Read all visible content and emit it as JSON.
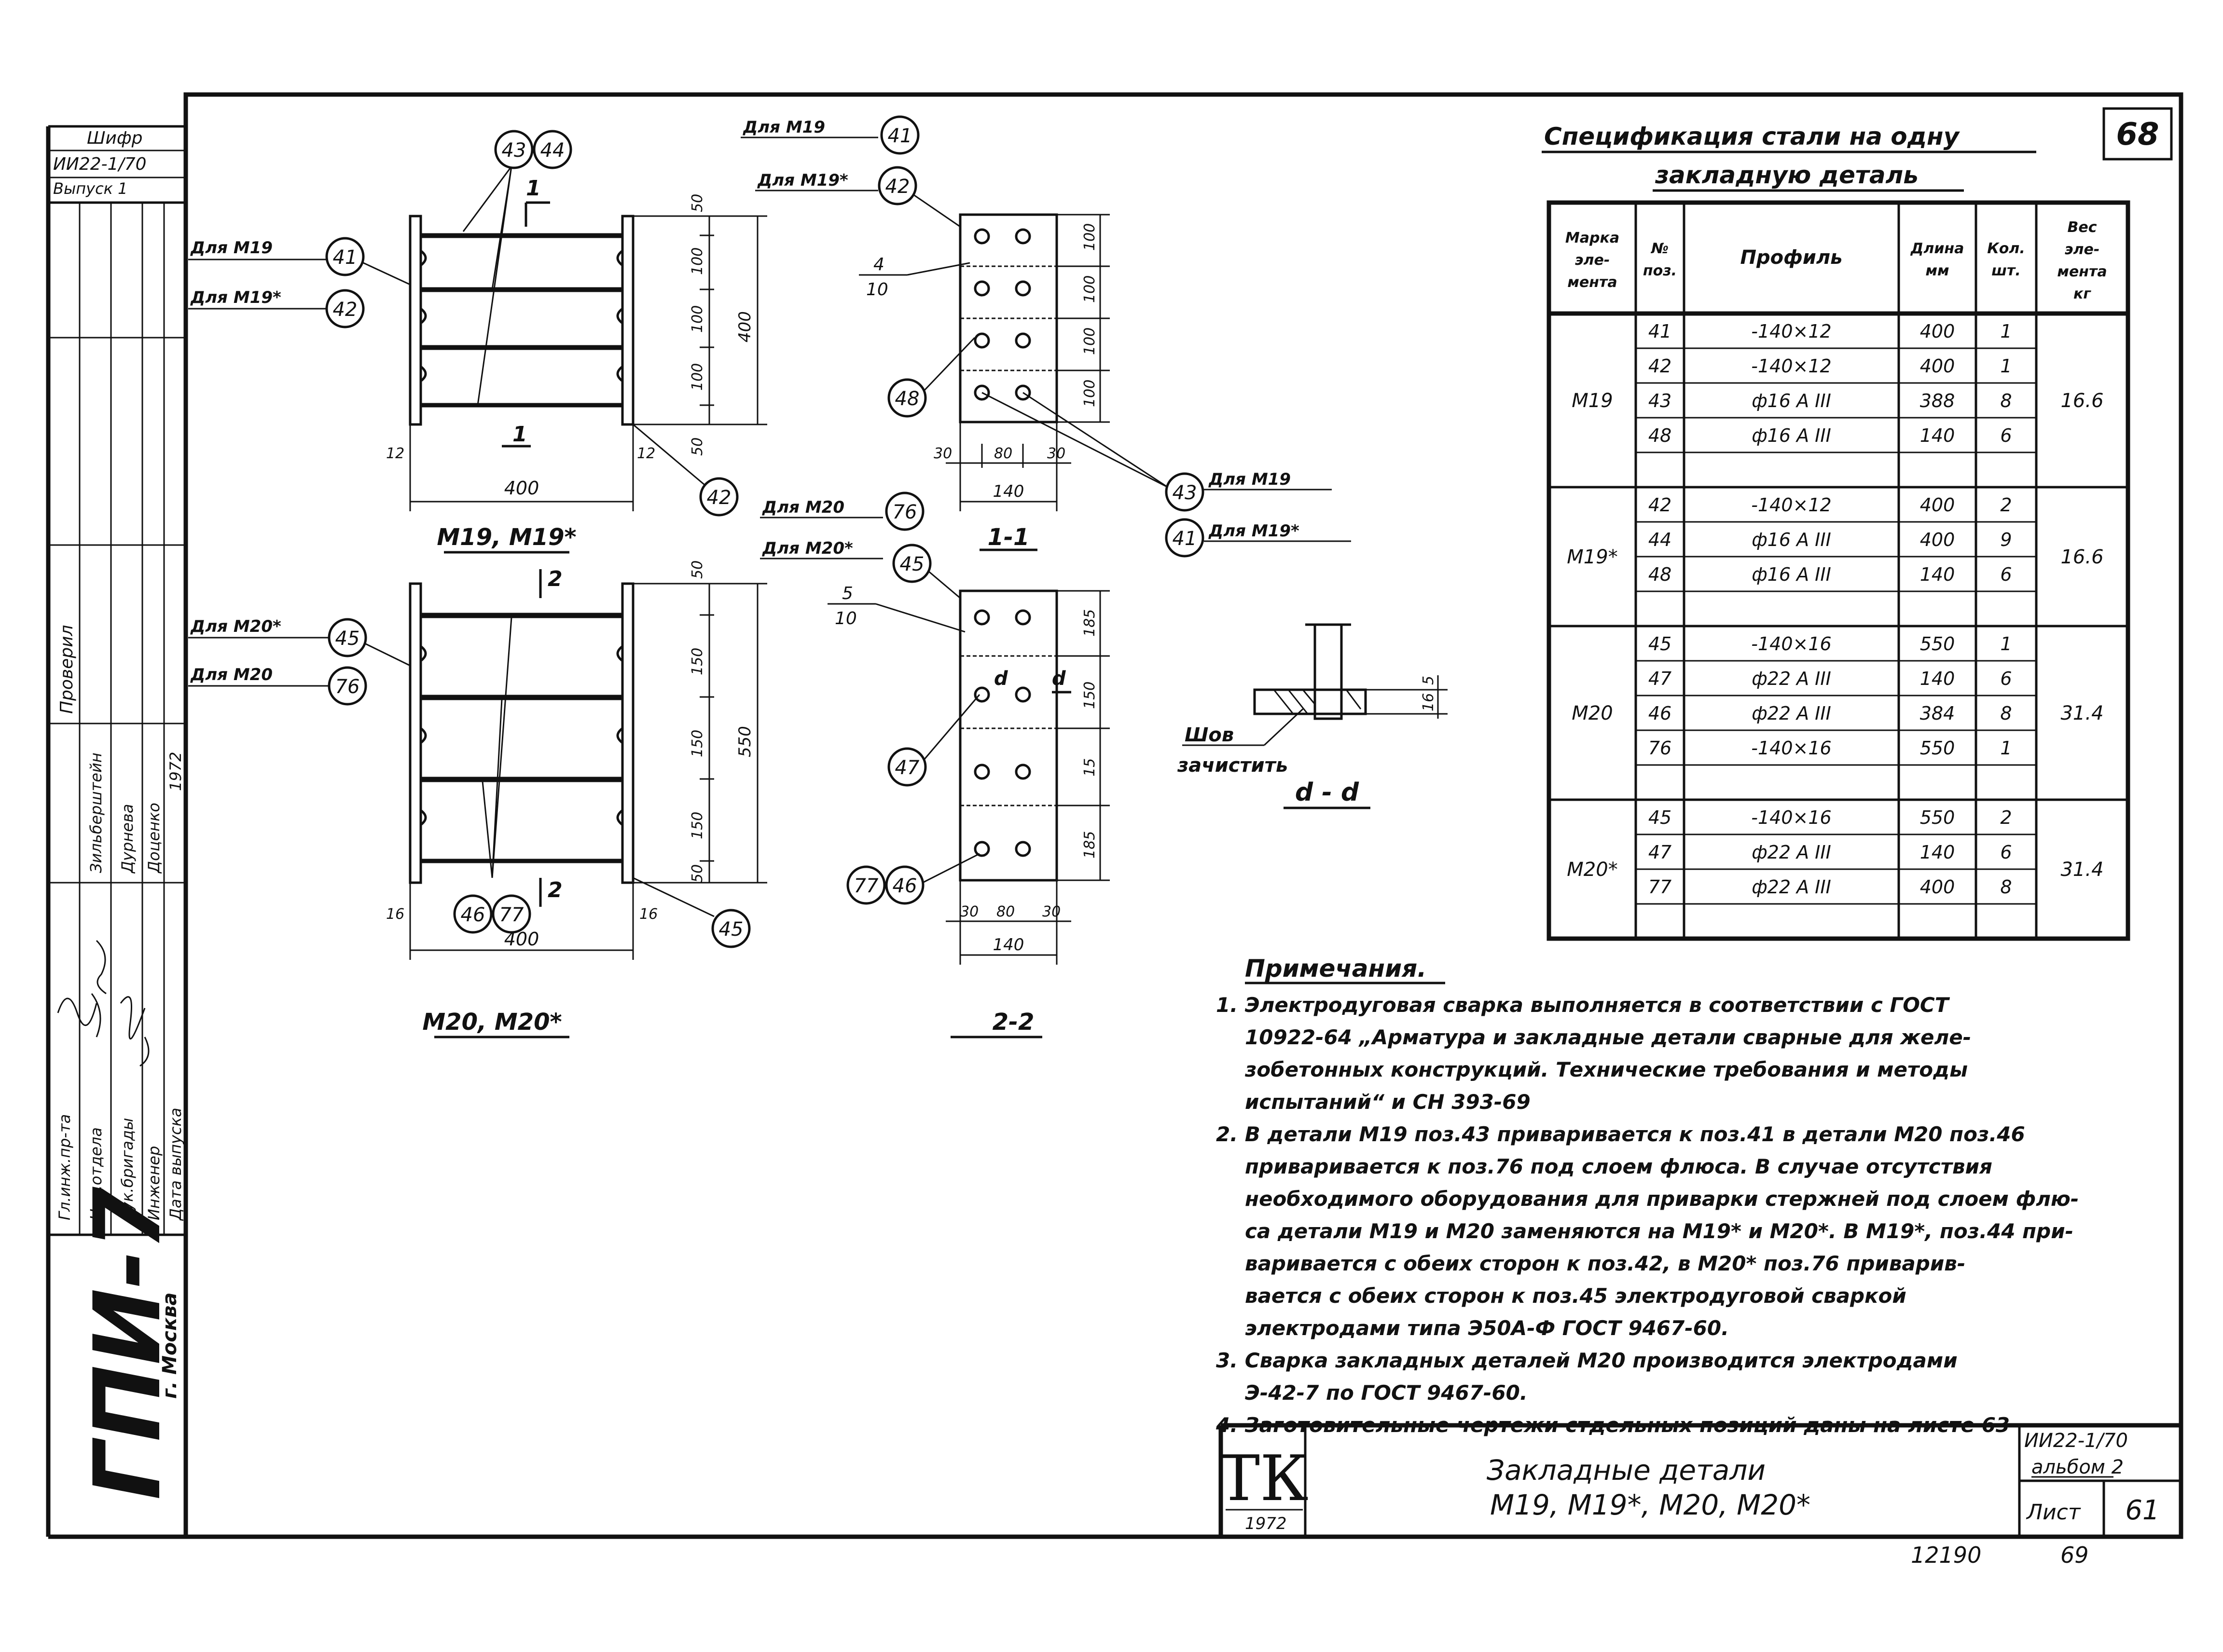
{
  "sheet": {
    "number": "68"
  },
  "side_stamp": {
    "cipher_label": "Шифр",
    "cipher_value": "ИИ22-1/70",
    "issue_label": "Выпуск 1",
    "checked": "Проверил",
    "roles": [
      "Гл.инж.пр-та",
      "Нач.отдела",
      "Рук.бригады",
      "Инженер",
      "Дата выпуска"
    ],
    "names": [
      "Зильберштейн",
      "Дурнева",
      "Доценко"
    ],
    "sign_year": "1972",
    "org": "ГПИ-7",
    "city": "г. Москва"
  },
  "view_m19": {
    "title": "М19, М19*",
    "callouts": {
      "c43": "43",
      "c44": "44",
      "c41": "41",
      "c42a": "42",
      "c42b": "42"
    },
    "for_m": "Для М19",
    "for_m_star": "Для М19*",
    "section_mark": "1",
    "dims": {
      "width": "400",
      "left": "12",
      "right": "12",
      "top": "50",
      "d1": "100",
      "d2": "100",
      "d3": "100",
      "bottom": "50",
      "total": "400"
    }
  },
  "view_m20": {
    "title": "М20, М20*",
    "callouts": {
      "c45a": "45",
      "c76": "76",
      "c46": "46",
      "c77": "77",
      "c45b": "45"
    },
    "for_m_star": "Для М20*",
    "for_m": "Для М20",
    "section_mark": "2",
    "dims": {
      "width": "400",
      "left": "16",
      "right": "16",
      "top": "50",
      "d1": "150",
      "d2": "150",
      "d3": "150",
      "bottom": "50",
      "total": "550"
    }
  },
  "section_11": {
    "title": "1-1",
    "for_m19": "Для М19",
    "for_m19_star": "Для М19*",
    "callouts": {
      "c4": "41",
      "c42": "42",
      "c48": "48",
      "c43": "43",
      "c41": "41"
    },
    "weld_num": "4",
    "weld_den": "10",
    "for_m19_b": "Для М19",
    "for_m19_star_b": "Для М19*",
    "dims": {
      "v1": "100",
      "v2": "100",
      "v3": "100",
      "v4": "100",
      "h1": "30",
      "h2": "80",
      "h3": "30",
      "w": "140"
    }
  },
  "section_22": {
    "title": "2-2",
    "for_m20": "Для М20",
    "for_m20_star": "Для М20*",
    "callouts": {
      "c76": "76",
      "c45": "45",
      "c47": "47",
      "c77": "77",
      "c46": "46"
    },
    "weld_num": "5",
    "weld_den": "10",
    "cut_mark": "d",
    "dims": {
      "v1": "185",
      "v2": "150",
      "v3": "15",
      "v4": "185",
      "h1": "30",
      "h2": "80",
      "h3": "30",
      "w": "140"
    }
  },
  "detail_dd": {
    "title": "d - d",
    "weld_label": "Шов",
    "weld_label2": "зачистить",
    "dim_a": "5",
    "dim_b": "16"
  },
  "spec": {
    "title_line1": "Спецификация стали на одну",
    "title_line2": "закладную деталь",
    "headers": [
      "Марка эле-мента",
      "№ поз.",
      "Профиль",
      "Длина мм",
      "Кол. шт.",
      "Вес эле-мента кг"
    ],
    "header_lines": [
      [
        "Марка",
        "эле-",
        "мента"
      ],
      [
        "№",
        "поз."
      ],
      [
        "Профиль"
      ],
      [
        "Длина",
        "мм"
      ],
      [
        "Кол.",
        "шт."
      ],
      [
        "Вес",
        "эле-",
        "мента",
        "кг"
      ]
    ],
    "groups": [
      {
        "mark": "М19",
        "weight": "16.6",
        "rows": [
          [
            "41",
            "-140×12",
            "400",
            "1"
          ],
          [
            "42",
            "-140×12",
            "400",
            "1"
          ],
          [
            "43",
            "ф16 А III",
            "388",
            "8"
          ],
          [
            "48",
            "ф16 А III",
            "140",
            "6"
          ],
          [
            "",
            "",
            "",
            ""
          ]
        ]
      },
      {
        "mark": "М19*",
        "weight": "16.6",
        "rows": [
          [
            "42",
            "-140×12",
            "400",
            "2"
          ],
          [
            "44",
            "ф16 А III",
            "400",
            "9"
          ],
          [
            "48",
            "ф16 А III",
            "140",
            "6"
          ],
          [
            "",
            "",
            "",
            ""
          ]
        ]
      },
      {
        "mark": "М20",
        "weight": "31.4",
        "rows": [
          [
            "45",
            "-140×16",
            "550",
            "1"
          ],
          [
            "47",
            "ф22 А III",
            "140",
            "6"
          ],
          [
            "46",
            "ф22 А III",
            "384",
            "8"
          ],
          [
            "76",
            "-140×16",
            "550",
            "1"
          ],
          [
            "",
            "",
            "",
            ""
          ]
        ]
      },
      {
        "mark": "М20*",
        "weight": "31.4",
        "rows": [
          [
            "45",
            "-140×16",
            "550",
            "2"
          ],
          [
            "47",
            "ф22 А III",
            "140",
            "6"
          ],
          [
            "77",
            "ф22 А III",
            "400",
            "8"
          ],
          [
            "",
            "",
            "",
            ""
          ]
        ]
      }
    ]
  },
  "notes": {
    "title": "Примечания.",
    "lines": [
      "1. Электродуговая сварка выполняется в соответствии с ГОСТ",
      "10922-64 „Арматура и закладные детали сварные для желе-",
      "зобетонных конструкций. Технические требования и методы",
      "испытаний“ и СН 393-69",
      "2. В детали М19 поз.43 приваривается к поз.41  в детали М20 поз.46",
      "приваривается к поз.76 под слоем флюса. В случае отсутствия",
      "необходимого оборудования для приварки стержней под слоем флю-",
      "са детали М19 и М20 заменяются на М19* и М20*. В М19*, поз.44 при-",
      "варивается с обеих сторон к поз.42,  в М20* поз.76 приварив-",
      "вается с обеих сторон к поз.45 электродуговой сваркой",
      "электродами типа Э50А-Ф ГОСТ 9467-60.",
      "3. Сварка закладных деталей М20 производится электродами",
      "Э-42-7 по ГОСТ 9467-60.",
      "4. Заготовительные чертежи стдельных позиций даны на листе 63"
    ]
  },
  "title_block": {
    "logo": "ТК",
    "logo_year": "1972",
    "title_line1": "Закладные детали",
    "title_line2": "М19, М19*, М20, М20*",
    "code": "ИИ22-1/70",
    "album": "альбом 2",
    "sheet_label": "Лист",
    "sheet_value": "61"
  },
  "footer": {
    "inv": "12190",
    "page": "69"
  }
}
